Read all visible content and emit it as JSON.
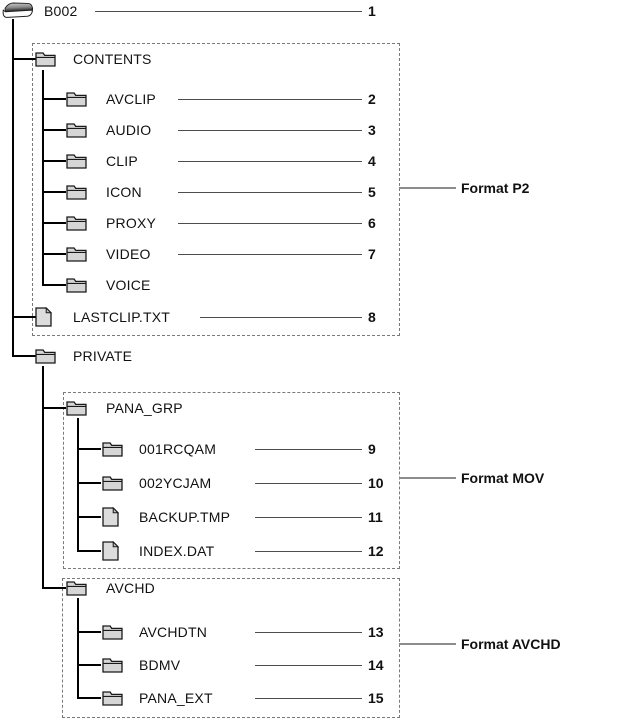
{
  "figure": {
    "kind": "file-structure-tree-diagram",
    "root_label": "B002"
  },
  "items": [
    {
      "label": "B002",
      "icon": "memory-card",
      "number": "1",
      "parent": null,
      "group": null
    },
    {
      "label": "CONTENTS",
      "icon": "folder",
      "number": "",
      "parent": "B002",
      "group": "Format P2"
    },
    {
      "label": "AVCLIP",
      "icon": "folder",
      "number": "2",
      "parent": "CONTENTS",
      "group": "Format P2"
    },
    {
      "label": "AUDIO",
      "icon": "folder",
      "number": "3",
      "parent": "CONTENTS",
      "group": "Format P2"
    },
    {
      "label": "CLIP",
      "icon": "folder",
      "number": "4",
      "parent": "CONTENTS",
      "group": "Format P2"
    },
    {
      "label": "ICON",
      "icon": "folder",
      "number": "5",
      "parent": "CONTENTS",
      "group": "Format P2"
    },
    {
      "label": "PROXY",
      "icon": "folder",
      "number": "6",
      "parent": "CONTENTS",
      "group": "Format P2"
    },
    {
      "label": "VIDEO",
      "icon": "folder",
      "number": "7",
      "parent": "CONTENTS",
      "group": "Format P2"
    },
    {
      "label": "VOICE",
      "icon": "folder",
      "number": "",
      "parent": "CONTENTS",
      "group": "Format P2"
    },
    {
      "label": "LASTCLIP.TXT",
      "icon": "file",
      "number": "8",
      "parent": "B002",
      "group": "Format P2"
    },
    {
      "label": "PRIVATE",
      "icon": "folder",
      "number": "",
      "parent": "B002",
      "group": null
    },
    {
      "label": "PANA_GRP",
      "icon": "folder",
      "number": "",
      "parent": "PRIVATE",
      "group": "Format MOV"
    },
    {
      "label": "001RCQAM",
      "icon": "folder",
      "number": "9",
      "parent": "PANA_GRP",
      "group": "Format MOV"
    },
    {
      "label": "002YCJAM",
      "icon": "folder",
      "number": "10",
      "parent": "PANA_GRP",
      "group": "Format MOV"
    },
    {
      "label": "BACKUP.TMP",
      "icon": "file",
      "number": "11",
      "parent": "PANA_GRP",
      "group": "Format MOV"
    },
    {
      "label": "INDEX.DAT",
      "icon": "file",
      "number": "12",
      "parent": "PANA_GRP",
      "group": "Format MOV"
    },
    {
      "label": "AVCHD",
      "icon": "folder",
      "number": "",
      "parent": "PRIVATE",
      "group": "Format AVCHD"
    },
    {
      "label": "AVCHDTN",
      "icon": "folder",
      "number": "13",
      "parent": "AVCHD",
      "group": "Format AVCHD"
    },
    {
      "label": "BDMV",
      "icon": "folder",
      "number": "14",
      "parent": "AVCHD",
      "group": "Format AVCHD"
    },
    {
      "label": "PANA_EXT",
      "icon": "folder",
      "number": "15",
      "parent": "AVCHD",
      "group": "Format AVCHD"
    }
  ],
  "format_labels": {
    "p2": "Format P2",
    "mov": "Format MOV",
    "avchd": "Format AVCHD"
  },
  "colors": {
    "text": "#111111",
    "tree_line": "#000000",
    "leader_line": "#4d4d4d",
    "dashed_box_border": "#7a7a7a",
    "folder_fill": "#d6d6d6",
    "file_fill": "#dcdcdc"
  }
}
